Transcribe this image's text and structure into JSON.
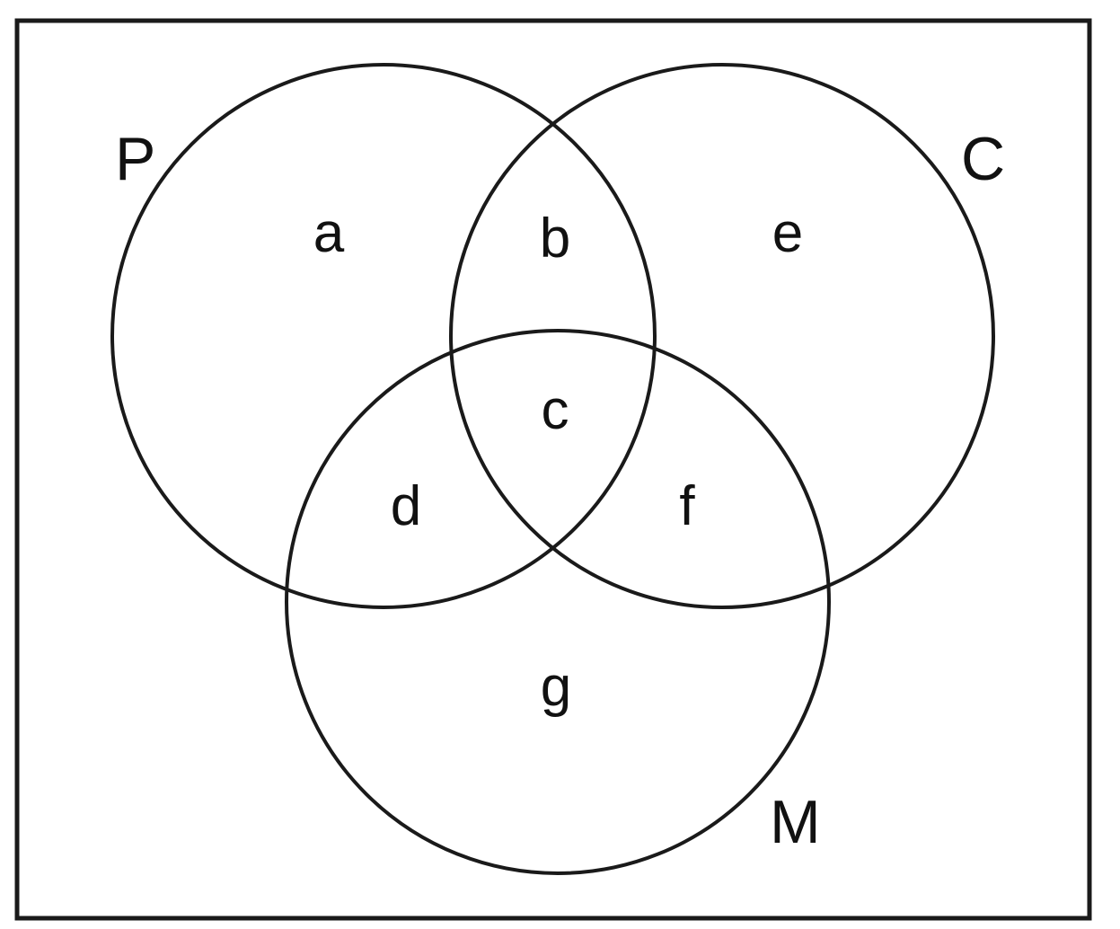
{
  "diagram": {
    "type": "venn",
    "stroke_color": "#1a1a1a",
    "background": "#ffffff",
    "sets": [
      {
        "id": "P",
        "label": "P"
      },
      {
        "id": "C",
        "label": "C"
      },
      {
        "id": "M",
        "label": "M"
      }
    ],
    "regions": [
      {
        "id": "a",
        "label": "a",
        "sets": [
          "P"
        ]
      },
      {
        "id": "b",
        "label": "b",
        "sets": [
          "P",
          "C"
        ]
      },
      {
        "id": "c",
        "label": "c",
        "sets": [
          "P",
          "C",
          "M"
        ]
      },
      {
        "id": "d",
        "label": "d",
        "sets": [
          "P",
          "M"
        ]
      },
      {
        "id": "e",
        "label": "e",
        "sets": [
          "C"
        ]
      },
      {
        "id": "f",
        "label": "f",
        "sets": [
          "C",
          "M"
        ]
      },
      {
        "id": "g",
        "label": "g",
        "sets": [
          "M"
        ]
      }
    ]
  }
}
